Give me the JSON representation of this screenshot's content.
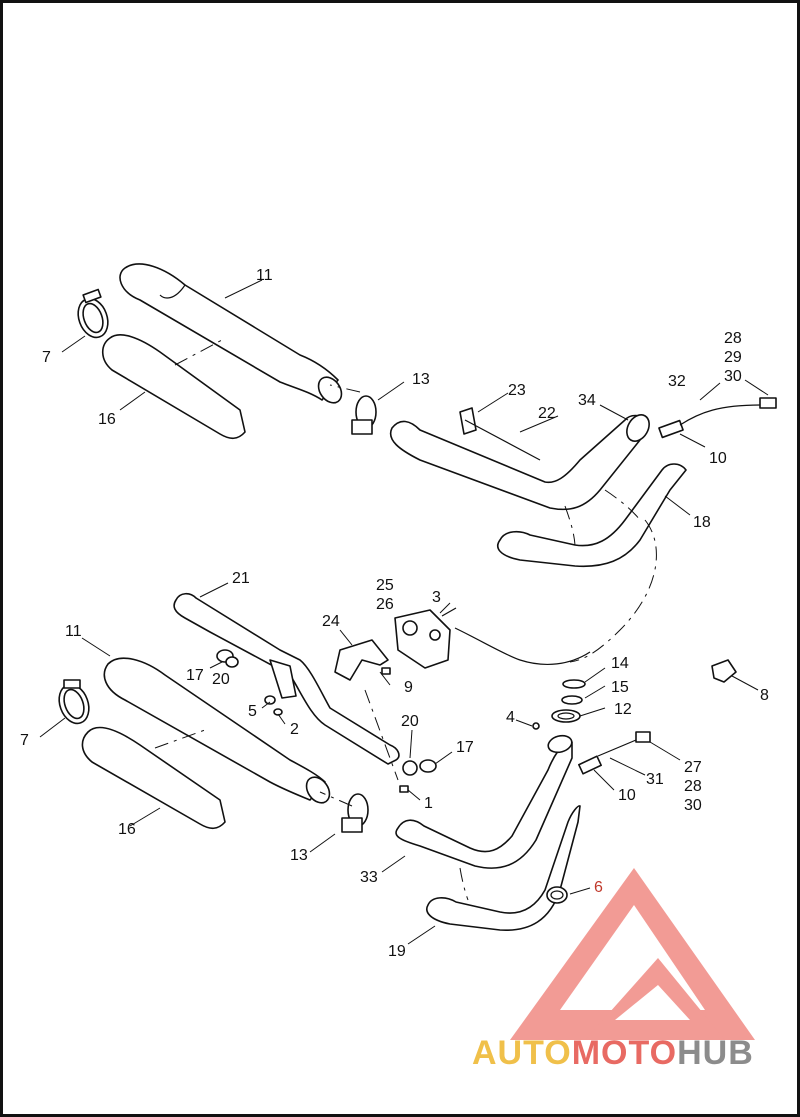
{
  "diagram": {
    "labels": {
      "l11a": "11",
      "l7a": "7",
      "l16a": "16",
      "l13a": "13",
      "l23": "23",
      "l22": "22",
      "l34": "34",
      "l28a": "28",
      "l29": "29",
      "l30a": "30",
      "l32": "32",
      "l10a": "10",
      "l18": "18",
      "l21": "21",
      "l25": "25",
      "l26": "26",
      "l3": "3",
      "l24": "24",
      "l11b": "11",
      "l17a": "17",
      "l20a": "20",
      "l9": "9",
      "l14": "14",
      "l15": "15",
      "l8": "8",
      "l12": "12",
      "l5": "5",
      "l2": "2",
      "l7b": "7",
      "l20b": "20",
      "l17b": "17",
      "l4": "4",
      "l27": "27",
      "l28b": "28",
      "l30b": "30",
      "l31": "31",
      "l10b": "10",
      "l1": "1",
      "l16b": "16",
      "l13b": "13",
      "l33": "33",
      "l6": "6",
      "l19": "19"
    }
  },
  "watermark": {
    "part1": "AUTO",
    "part2": "MOTO",
    "part3": "HUB",
    "colors": {
      "auto": "#f0c04a",
      "moto": "#e86a63",
      "hub": "#8c8c8c",
      "logo": "#ee7a72"
    }
  }
}
